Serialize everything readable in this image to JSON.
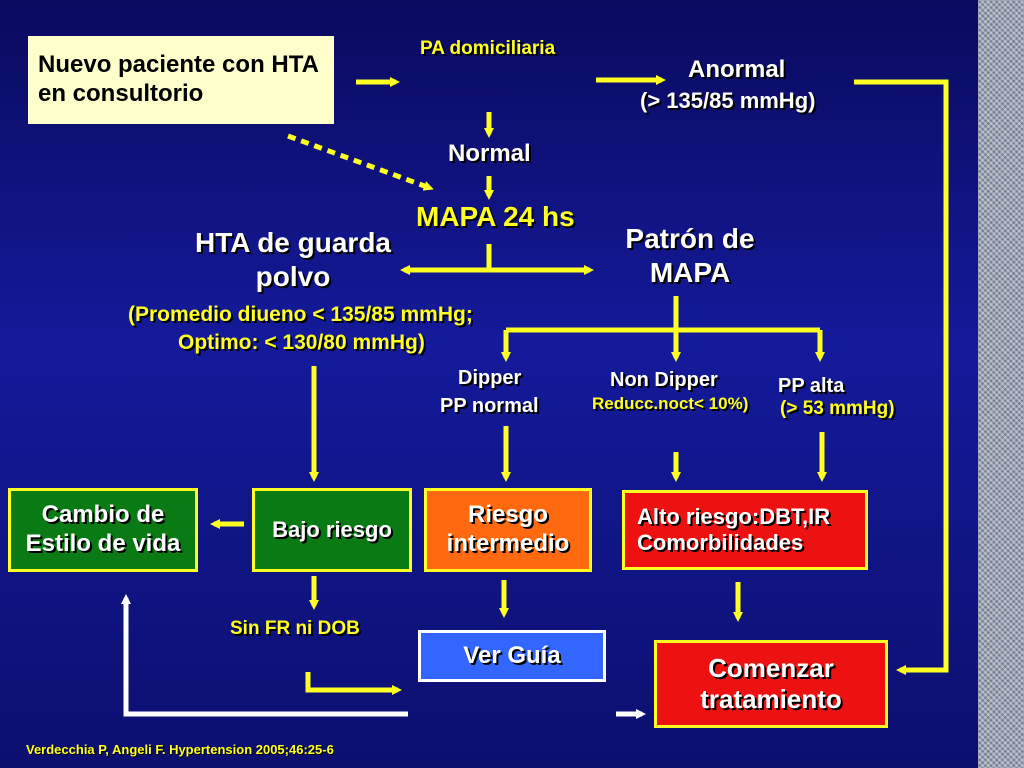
{
  "colors": {
    "background_top": "#0a0a5e",
    "arrow_yellow": "#ffff22",
    "box_cream": "#ffffcc",
    "box_green": "#0a7a14",
    "box_orange": "#ff6a10",
    "box_red": "#ee1111",
    "box_blue": "#3366ff"
  },
  "nodes": {
    "new_patient": "Nuevo paciente con HTA en consultorio",
    "pa_domiciliaria": "PA domiciliaria",
    "anormal": "Anormal",
    "anormal_range": "(> 135/85 mmHg)",
    "normal": "Normal",
    "mapa_24": "MAPA 24 hs",
    "hta_guarda_polvo": "HTA de guarda polvo",
    "hta_promedio": "(Promedio diueno < 135/85 mmHg;",
    "hta_optimo": "Optimo: < 130/80 mmHg)",
    "patron_mapa": "Patrón de MAPA",
    "dipper": "Dipper",
    "pp_normal": "PP normal",
    "non_dipper": "Non Dipper",
    "reducc_noct": "Reducc.noct< 10%)",
    "pp_alta": "PP alta",
    "pp_alta_range": "(> 53 mmHg)",
    "cambio_estilo": "Cambio de Estilo de vida",
    "bajo_riesgo": "Bajo riesgo",
    "riesgo_intermedio": "Riesgo intermedio",
    "alto_riesgo_line1": "Alto riesgo:DBT,IR",
    "alto_riesgo_line2": "Comorbilidades",
    "sin_fr": "Sin FR ni DOB",
    "ver_guia": "Ver Guía",
    "comenzar_tratamiento": "Comenzar tratamiento"
  },
  "citation": "Verdecchia P, Angeli F. Hypertension 2005;46:25-6"
}
